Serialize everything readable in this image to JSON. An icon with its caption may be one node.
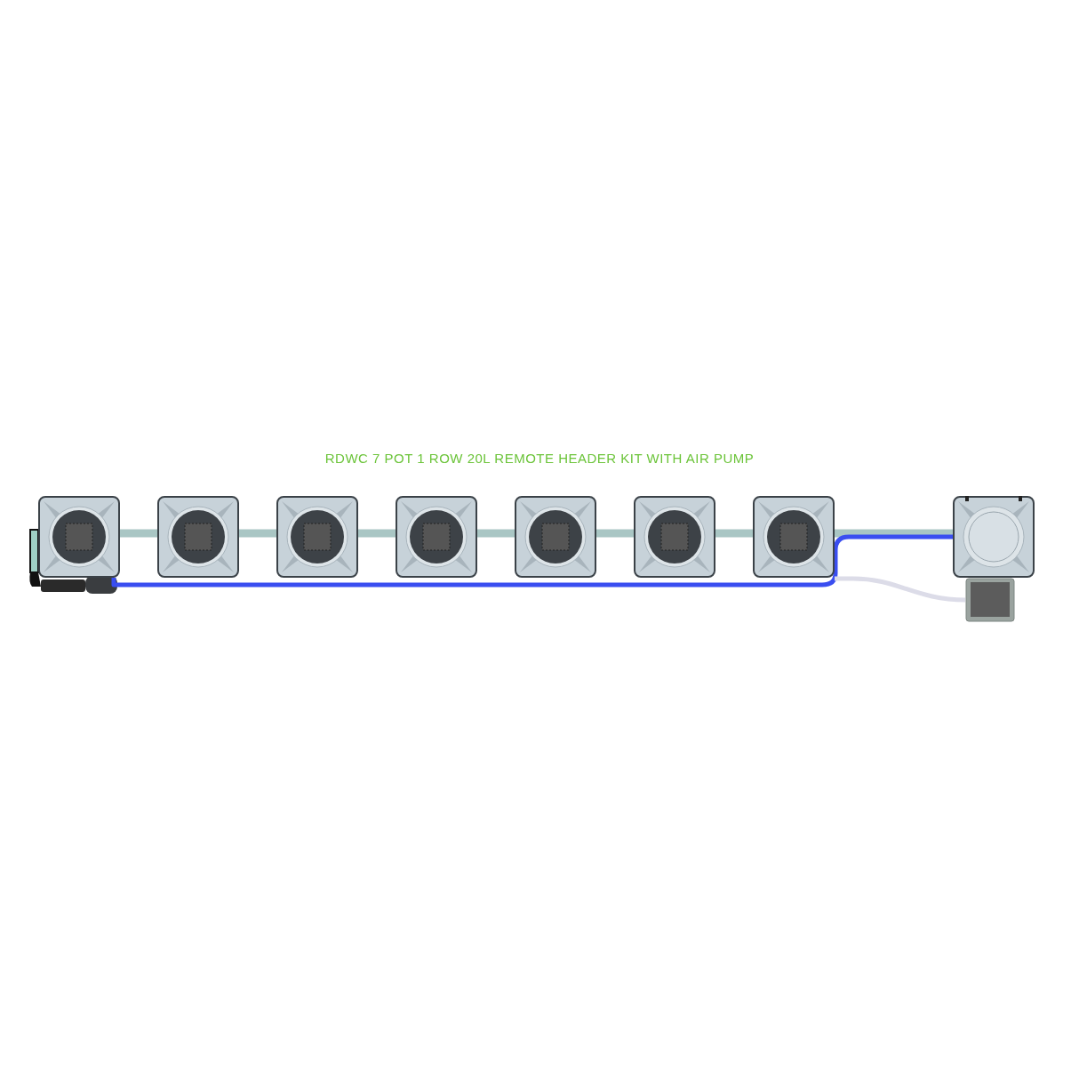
{
  "diagram": {
    "title": "RDWC 7 POT 1 ROW 20L REMOTE HEADER KIT WITH AIR PUMP",
    "nodes": [
      {
        "text": [],
        "shape": "box"
      },
      {
        "text": [],
        "shape": "box"
      },
      {
        "text": [],
        "shape": "box"
      },
      {
        "text": [],
        "shape": "box"
      },
      {
        "text": [],
        "shape": "box"
      },
      {
        "text": [],
        "shape": "box"
      },
      {
        "text": [],
        "shape": "box"
      },
      {
        "text": [],
        "shape": "box"
      },
      {
        "text": [],
        "shape": "box"
      }
    ],
    "edges": [
      {
        "from": 0,
        "to": 1,
        "arrow": "none"
      },
      {
        "from": 1,
        "to": 2,
        "arrow": "none"
      },
      {
        "from": 2,
        "to": 3,
        "arrow": "none"
      },
      {
        "from": 3,
        "to": 4,
        "arrow": "none"
      },
      {
        "from": 4,
        "to": 5,
        "arrow": "none"
      },
      {
        "from": 5,
        "to": 6,
        "arrow": "none"
      },
      {
        "from": 6,
        "to": 7,
        "arrow": "none"
      },
      {
        "from": 7,
        "to": 0,
        "arrow": "none",
        "color": "#3a4ef0"
      },
      {
        "from": 8,
        "to": 6,
        "arrow": "none",
        "color": "#dcdce8"
      }
    ]
  }
}
